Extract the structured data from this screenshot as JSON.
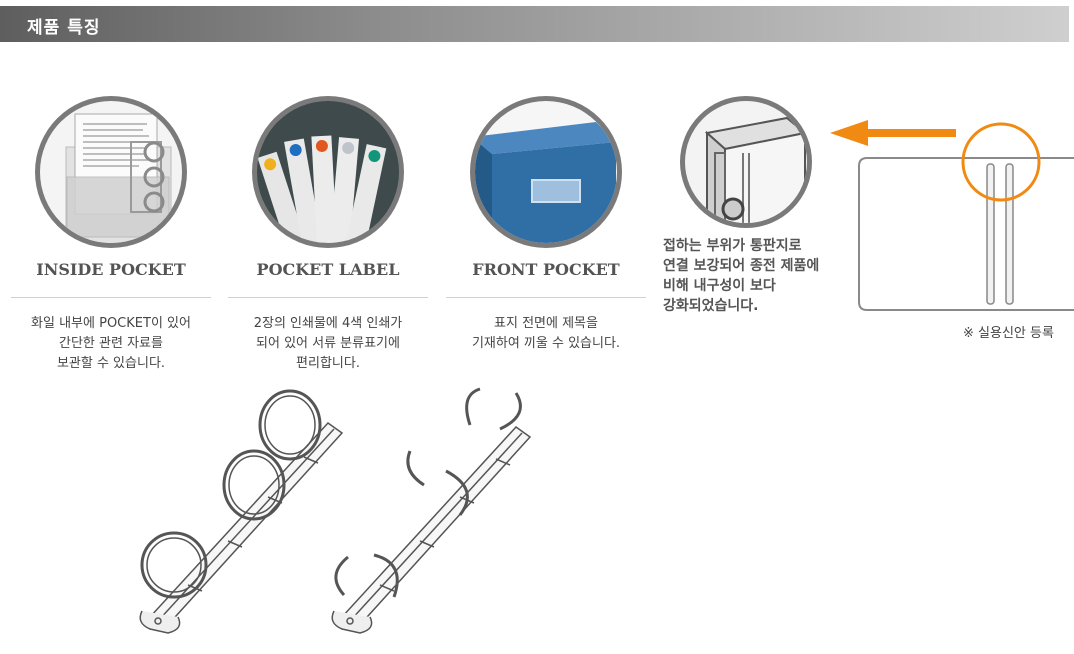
{
  "header": {
    "title": "제품 특징"
  },
  "features": [
    {
      "title": "INSIDE POCKET",
      "desc": [
        "화일 내부에 POCKET이 있어",
        "간단한 관련 자료를",
        "보관할 수 있습니다."
      ]
    },
    {
      "title": "POCKET LABEL",
      "desc": [
        "2장의 인쇄물에 4색 인쇄가",
        "되어 있어 서류 분류표기에",
        "편리합니다."
      ]
    },
    {
      "title": "FRONT POCKET",
      "desc": [
        "표지 전면에 제목을",
        "기재하여 끼울 수 있습니다."
      ]
    }
  ],
  "ring_feature": {
    "desc": [
      "접하는 부위가 통판지로",
      "연결 보강되어 종전 제품에",
      "비해 내구성이 보다",
      "강화되었습니다."
    ],
    "note": "※ 실용신안 등록"
  },
  "colors": {
    "header_dark": "#5e5e5e",
    "header_light": "#cfcfcf",
    "circle_ring": "#7a7a7a",
    "arrow_orange": "#f08a12",
    "binder_blue": "#2f6fa6"
  },
  "icons": {
    "arrow": "left-arrow-icon",
    "highlight": "orange-circle-highlight"
  }
}
